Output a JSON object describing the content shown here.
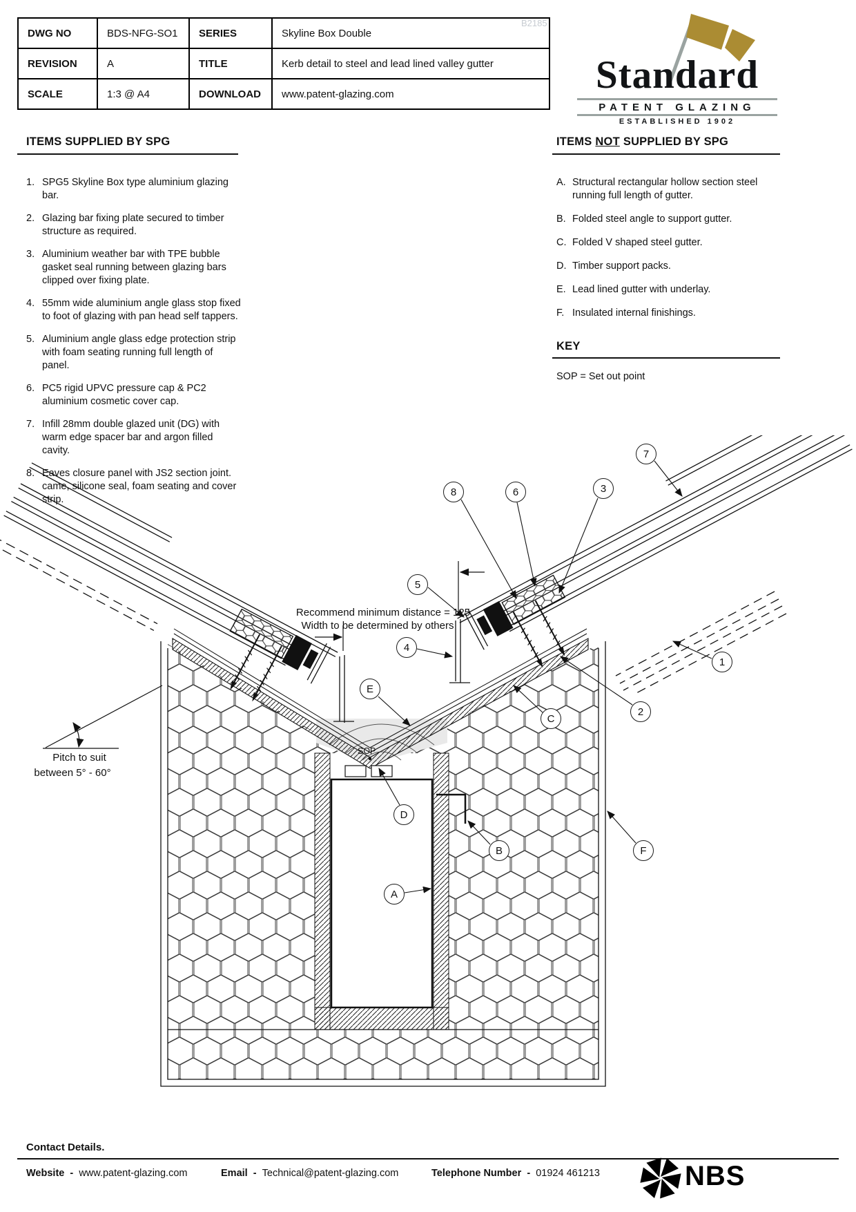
{
  "meta": {
    "watermark": "B2185"
  },
  "title_block": {
    "rows": [
      {
        "label1": "DWG NO",
        "value1": "BDS-NFG-SO1",
        "label2": "SERIES",
        "value2": "Skyline Box Double"
      },
      {
        "label1": "REVISION",
        "value1": "A",
        "label2": "TITLE",
        "value2": "Kerb detail to steel and lead lined valley gutter"
      },
      {
        "label1": "SCALE",
        "value1": "1:3 @ A4",
        "label2": "DOWNLOAD",
        "value2": "www.patent-glazing.com"
      }
    ]
  },
  "logo": {
    "name": "Standard",
    "subtitle": "PATENT GLAZING",
    "established": "ESTABLISHED 1902",
    "flag_color": "#ab8c33",
    "line_color": "#9aa3a1"
  },
  "supplied": {
    "heading": "ITEMS SUPPLIED BY SPG",
    "items": [
      {
        "num": "1.",
        "text": "SPG5 Skyline Box type aluminium glazing bar."
      },
      {
        "num": "2.",
        "text": "Glazing bar fixing plate secured to timber structure as required."
      },
      {
        "num": "3.",
        "text": "Aluminium weather bar with TPE bubble gasket seal running between glazing bars clipped over fixing plate."
      },
      {
        "num": "4.",
        "text": "55mm wide aluminium angle glass stop fixed to foot of glazing with pan head self tappers."
      },
      {
        "num": "5.",
        "text": "Aluminium angle glass edge protection strip with foam seating running full length of panel."
      },
      {
        "num": "6.",
        "text": "PC5 rigid UPVC pressure cap & PC2 aluminium cosmetic cover cap."
      },
      {
        "num": "7.",
        "text": "Infill 28mm double glazed unit (DG) with warm edge spacer bar and argon filled cavity."
      },
      {
        "num": "8.",
        "text": "Eaves closure panel with JS2 section joint. came, silicone seal, foam seating and cover strip."
      }
    ]
  },
  "not_supplied": {
    "heading_pre": "ITEMS",
    "heading_not": "NOT",
    "heading_post": "SUPPLIED BY SPG",
    "items": [
      {
        "num": "A.",
        "text": "Structural rectangular hollow section steel running full length of gutter."
      },
      {
        "num": "B.",
        "text": "Folded steel angle to support gutter."
      },
      {
        "num": "C.",
        "text": "Folded V shaped steel gutter."
      },
      {
        "num": "D.",
        "text": "Timber support packs."
      },
      {
        "num": "E.",
        "text": "Lead lined gutter with underlay."
      },
      {
        "num": "F.",
        "text": "Insulated internal finishings."
      }
    ]
  },
  "key": {
    "heading": "KEY",
    "text": "SOP = Set out point"
  },
  "drawing": {
    "annotations": {
      "dim_line1": "Recommend minimum distance = 125",
      "dim_line2": "Width to be determined by others",
      "pitch_line1": "Pitch to suit",
      "pitch_line2": "between 5° - 60°",
      "sop_label": "SOP"
    },
    "callouts": {
      "n1": "1",
      "n2": "2",
      "n3": "3",
      "n4": "4",
      "n5": "5",
      "n6": "6",
      "n7": "7",
      "n8": "8",
      "lA": "A",
      "lB": "B",
      "lC": "C",
      "lD": "D",
      "lE": "E",
      "lF": "F"
    }
  },
  "footer": {
    "heading": "Contact Details.",
    "separator": "-",
    "website_label": "Website",
    "website_value": "www.patent-glazing.com",
    "email_label": "Email",
    "email_value": "Technical@patent-glazing.com",
    "phone_label": "Telephone Number",
    "phone_value": "01924 461213",
    "nbs": "NBS"
  }
}
